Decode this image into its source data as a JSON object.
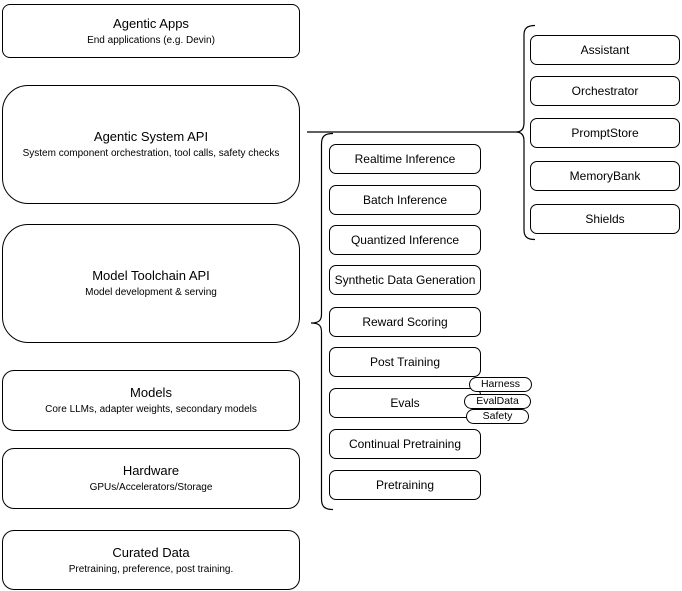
{
  "diagram": {
    "background": "#ffffff",
    "stroke_color": "#000000"
  },
  "stack": {
    "boxes": [
      {
        "title": "Agentic Apps",
        "subtitle": "End applications (e.g. Devin)"
      },
      {
        "title": "Agentic System API",
        "subtitle": "System component orchestration, tool calls, safety checks"
      },
      {
        "title": "Model Toolchain API",
        "subtitle": "Model development & serving"
      },
      {
        "title": "Models",
        "subtitle": "Core LLMs, adapter weights, secondary models"
      },
      {
        "title": "Hardware",
        "subtitle": "GPUs/Accelerators/Storage"
      },
      {
        "title": "Curated Data",
        "subtitle": "Pretraining, preference, post training."
      }
    ]
  },
  "toolchain_group": {
    "items": [
      {
        "label": "Realtime Inference"
      },
      {
        "label": "Batch Inference"
      },
      {
        "label": "Quantized Inference"
      },
      {
        "label": "Synthetic Data Generation"
      },
      {
        "label": "Reward Scoring"
      },
      {
        "label": "Post Training"
      },
      {
        "label": "Evals"
      },
      {
        "label": "Continual Pretraining"
      },
      {
        "label": "Pretraining"
      }
    ],
    "eval_tags": [
      {
        "label": "Harness"
      },
      {
        "label": "EvalData"
      },
      {
        "label": "Safety"
      }
    ]
  },
  "agentic_group": {
    "items": [
      {
        "label": "Assistant"
      },
      {
        "label": "Orchestrator"
      },
      {
        "label": "PromptStore"
      },
      {
        "label": "MemoryBank"
      },
      {
        "label": "Shields"
      }
    ]
  }
}
